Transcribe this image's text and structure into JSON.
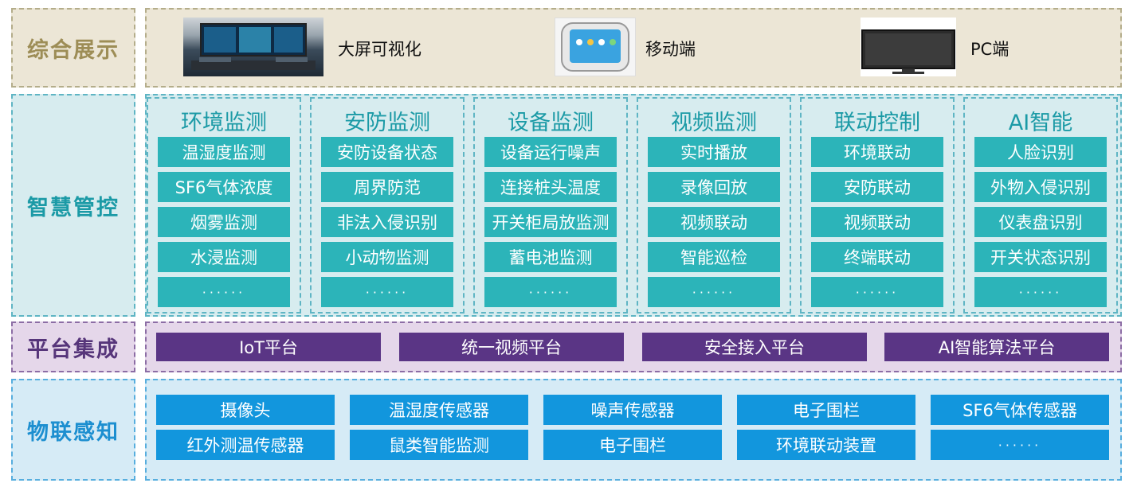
{
  "rows": {
    "display": {
      "label": "综合展示",
      "items": [
        {
          "label": "大屏可视化",
          "icon": "control-room-screen-image"
        },
        {
          "label": "移动端",
          "icon": "mobile-phone-image"
        },
        {
          "label": "PC端",
          "icon": "pc-monitor-image"
        }
      ]
    },
    "control": {
      "label": "智慧管控",
      "columns": [
        {
          "title": "环境监测",
          "items": [
            "温湿度监测",
            "SF6气体浓度",
            "烟雾监测",
            "水浸监测",
            "······"
          ]
        },
        {
          "title": "安防监测",
          "items": [
            "安防设备状态",
            "周界防范",
            "非法入侵识别",
            "小动物监测",
            "······"
          ]
        },
        {
          "title": "设备监测",
          "items": [
            "设备运行噪声",
            "连接桩头温度",
            "开关柜局放监测",
            "蓄电池监测",
            "······"
          ]
        },
        {
          "title": "视频监测",
          "items": [
            "实时播放",
            "录像回放",
            "视频联动",
            "智能巡检",
            "······"
          ]
        },
        {
          "title": "联动控制",
          "items": [
            "环境联动",
            "安防联动",
            "视频联动",
            "终端联动",
            "······"
          ]
        },
        {
          "title": "AI智能",
          "items": [
            "人脸识别",
            "外物入侵识别",
            "仪表盘识别",
            "开关状态识别",
            "······"
          ]
        }
      ]
    },
    "platform": {
      "label": "平台集成",
      "items": [
        "IoT平台",
        "统一视频平台",
        "安全接入平台",
        "AI智能算法平台"
      ]
    },
    "sensing": {
      "label": "物联感知",
      "items": [
        "摄像头",
        "温湿度传感器",
        "噪声传感器",
        "电子围栏",
        "SF6气体传感器",
        "红外测温传感器",
        "鼠类智能监测",
        "电子围栏",
        "环境联动装置",
        "······"
      ]
    }
  },
  "colors": {
    "display_bg": "#ece6d6",
    "control_item": "#2cb4b9",
    "platform_item": "#5a3585",
    "sensing_item": "#1296dd"
  }
}
